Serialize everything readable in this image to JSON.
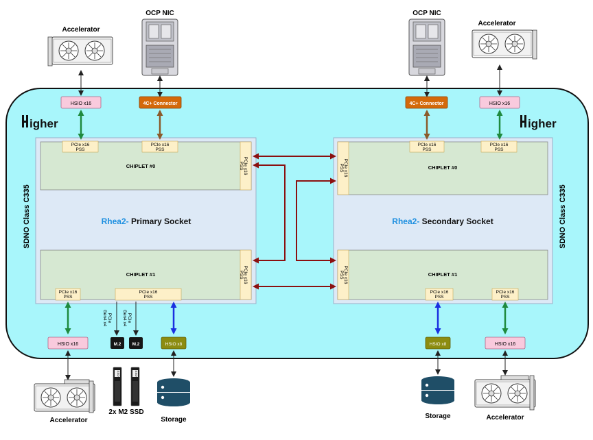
{
  "boards": {
    "left_class": "SDNO Class C335",
    "right_class": "SDNO Class C335",
    "logo_text": "igher"
  },
  "devices": {
    "accel_top_left": "Accelerator",
    "accel_top_right": "Accelerator",
    "accel_bottom_left": "Accelerator",
    "accel_bottom_right": "Accelerator",
    "nic_left": "OCP NIC",
    "nic_right": "OCP NIC",
    "ssd": "2x M2 SSD",
    "storage_left": "Storage",
    "storage_right": "Storage",
    "ssd_chip": "SSD"
  },
  "interfaces": {
    "hsio16": "HSIO x16",
    "hsio8": "HSIO x8",
    "connector": "4C+ Connector",
    "m2": "M.2",
    "pcie_gen4_a": "PCIe",
    "pcie_gen4_b": "Gen4 x4"
  },
  "sockets": {
    "primary_prefix": "Rhea2-",
    "primary_name": " Primary Socket",
    "secondary_prefix": "Rhea2-",
    "secondary_name": " Secondary Socket",
    "chiplet0": "CHIPLET #0",
    "chiplet1": "CHIPLET #1",
    "pss_line1": "PCIe x16",
    "pss_line2": "PSS"
  },
  "colors": {
    "board": "#a8f6fb",
    "socket": "#dde9f6",
    "chiplet": "#d6e8d2",
    "pss": "#fdf0c8",
    "hsio": "#f9cadd",
    "connector": "#d4690a",
    "hsio8": "#8c8c10",
    "green_link": "#1f8a3e",
    "brown_link": "#8b5a2b",
    "blue_link": "#1a2fe0",
    "red_link": "#8b1010",
    "title_blue": "#1e90e0"
  }
}
